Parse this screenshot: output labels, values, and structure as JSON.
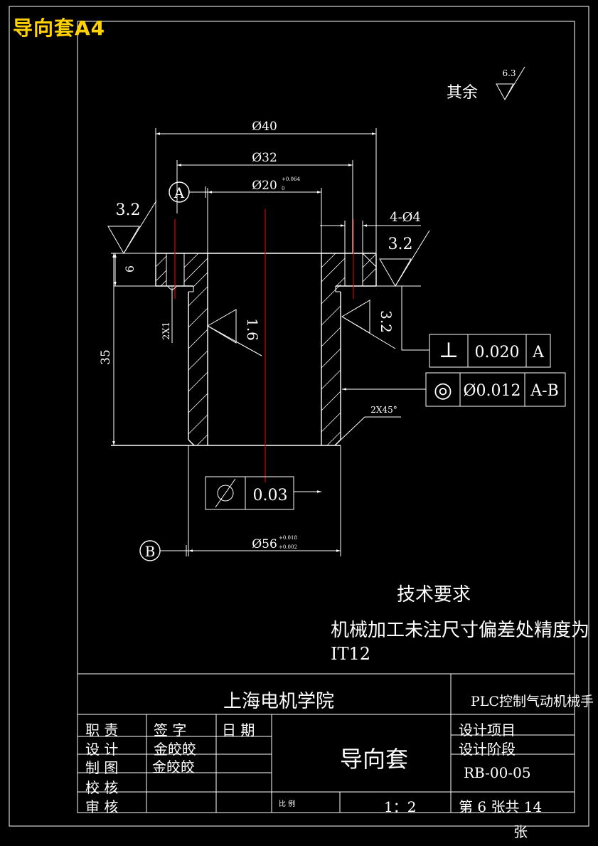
{
  "sheet_title": "导向套A4",
  "surface_finish": {
    "other_label": "其余",
    "other_value": "6.3",
    "top_left": "3.2",
    "top_right": "3.2",
    "side_right": "3.2",
    "bore": "1.6"
  },
  "dimensions": {
    "d40": "Ø40",
    "d32": "Ø32",
    "d20": "Ø20",
    "d20_tol_upper": "+0.064",
    "d20_tol_lower": "0",
    "holes": "4-Ø4",
    "flange_thickness": "6",
    "height": "35",
    "groove": "2X1",
    "chamfer": "2X45°",
    "d56": "Ø56",
    "d56_tol_upper": "+0.018",
    "d56_tol_lower": "+0.002"
  },
  "datums": {
    "a": "A",
    "b": "B"
  },
  "tolerance_frames": [
    {
      "symbol": "⊥",
      "value": "0.020",
      "datum": "A"
    },
    {
      "symbol": "◎",
      "value": "Ø0.012",
      "datum": "A-B"
    },
    {
      "symbol": "⌭",
      "value": "0.03",
      "datum": ""
    }
  ],
  "tech_requirements": {
    "heading": "技术要求",
    "line1": "机械加工未注尺寸偏差处精度为",
    "line2": "IT12"
  },
  "title_block": {
    "school": "上海电机学院",
    "project": "PLC控制气动机械手",
    "part_name": "导向套",
    "roles": [
      "职  责",
      "设  计",
      "制  图",
      "校  核",
      "审  核"
    ],
    "signature_header": "签  字",
    "date_header": "日  期",
    "designer": "金皎皎",
    "drafter": "金皎皎",
    "design_project_label": "设计项目",
    "design_stage_label": "设计阶段",
    "drawing_no": "RB-00-05",
    "scale_label": "比  例",
    "scale": "1：2",
    "sheet_info": "第  6 张共  14",
    "sheet_unit": "张"
  }
}
